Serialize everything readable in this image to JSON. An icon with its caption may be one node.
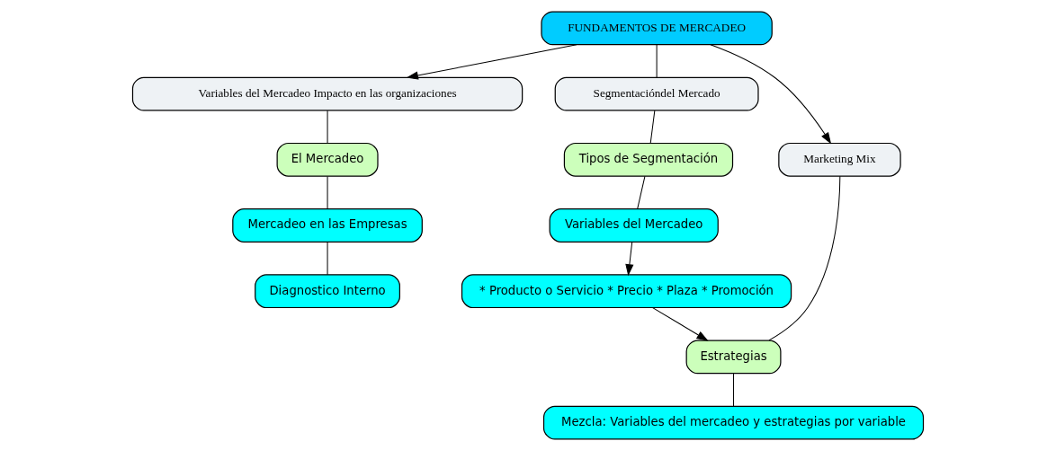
{
  "diagram": {
    "nodes": [
      {
        "text": [
          "FUNDAMENTOS DE MERCADEO"
        ]
      },
      {
        "text": [
          "Variables del Mercadeo Impacto en las organizaciones"
        ]
      },
      {
        "text": [
          "Segmentacióndel Mercado"
        ]
      },
      {
        "text": [
          "Marketing Mix"
        ]
      },
      {
        "text": [
          "El Mercadeo"
        ]
      },
      {
        "text": [
          "Mercadeo en las Empresas"
        ]
      },
      {
        "text": [
          "Diagnostico Interno"
        ]
      },
      {
        "text": [
          "Tipos de Segmentación"
        ]
      },
      {
        "text": [
          "Variables del Mercadeo"
        ]
      },
      {
        "text": [
          "* Producto o Servicio * Precio * Plaza * Promoción"
        ]
      },
      {
        "text": [
          "Estrategias"
        ]
      },
      {
        "text": [
          "Mezcla: Variables del mercadeo y estrategias por variable"
        ]
      }
    ],
    "edges": [
      {
        "from": 0,
        "to": 1,
        "arrow": "to"
      },
      {
        "from": 0,
        "to": 2,
        "arrow": "none"
      },
      {
        "from": 0,
        "to": 3,
        "arrow": "to"
      },
      {
        "from": 1,
        "to": 4,
        "arrow": "none"
      },
      {
        "from": 4,
        "to": 5,
        "arrow": "none"
      },
      {
        "from": 5,
        "to": 6,
        "arrow": "none"
      },
      {
        "from": 2,
        "to": 7,
        "arrow": "none"
      },
      {
        "from": 7,
        "to": 8,
        "arrow": "none"
      },
      {
        "from": 8,
        "to": 9,
        "arrow": "to"
      },
      {
        "from": 9,
        "to": 10,
        "arrow": "to"
      },
      {
        "from": 3,
        "to": 10,
        "arrow": "none"
      },
      {
        "from": 10,
        "to": 11,
        "arrow": "none"
      }
    ]
  }
}
